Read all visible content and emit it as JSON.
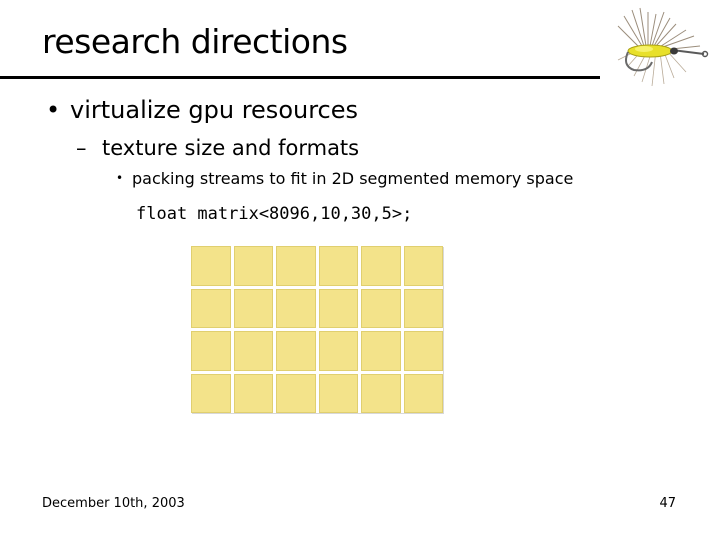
{
  "slide": {
    "title": "research directions",
    "bullets": {
      "level1": {
        "marker": "•",
        "text": "virtualize gpu resources"
      },
      "level2": {
        "marker": "–",
        "text": "texture size and formats"
      },
      "level3": {
        "marker": "•",
        "text": "packing streams to fit in 2D segmented memory space"
      }
    },
    "code": "float matrix<8096,10,30,5>;",
    "grid": {
      "rows": 4,
      "columns": 6,
      "cell_color": "#f3e38a"
    },
    "footer": {
      "date": "December 10th, 2003",
      "page_number": "47"
    },
    "logo": {
      "icon": "fishing-fly-icon"
    }
  }
}
